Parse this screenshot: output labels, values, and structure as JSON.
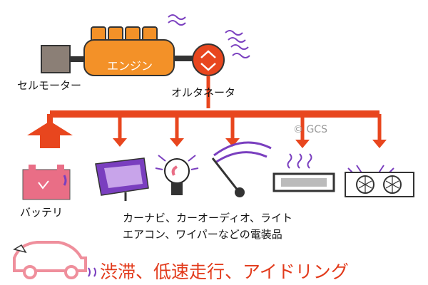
{
  "engine_label": "エンジン",
  "starter_label": "セルモーター",
  "alternator_label": "オルタネータ",
  "battery_label": "バッテリ",
  "electrical_line1": "カーナビ、カーオーディオ、ライト",
  "electrical_line2": "エアコン、ワイパーなどの電装品",
  "copyright": "© GCS",
  "condition_label": "渋滞、低速走行、アイドリング",
  "colors": {
    "engine": "#f39128",
    "power_line": "#e8461e",
    "accent_purple": "#7a3fbf",
    "battery": "#e96e86",
    "car": "#ef8f9c",
    "condition_text": "#e23a1b"
  },
  "icons": [
    "starter-motor-icon",
    "engine-icon",
    "alternator-icon",
    "battery-icon",
    "car-navigation-icon",
    "light-bulb-icon",
    "wiper-icon",
    "heater-icon",
    "air-conditioner-icon",
    "car-icon"
  ]
}
